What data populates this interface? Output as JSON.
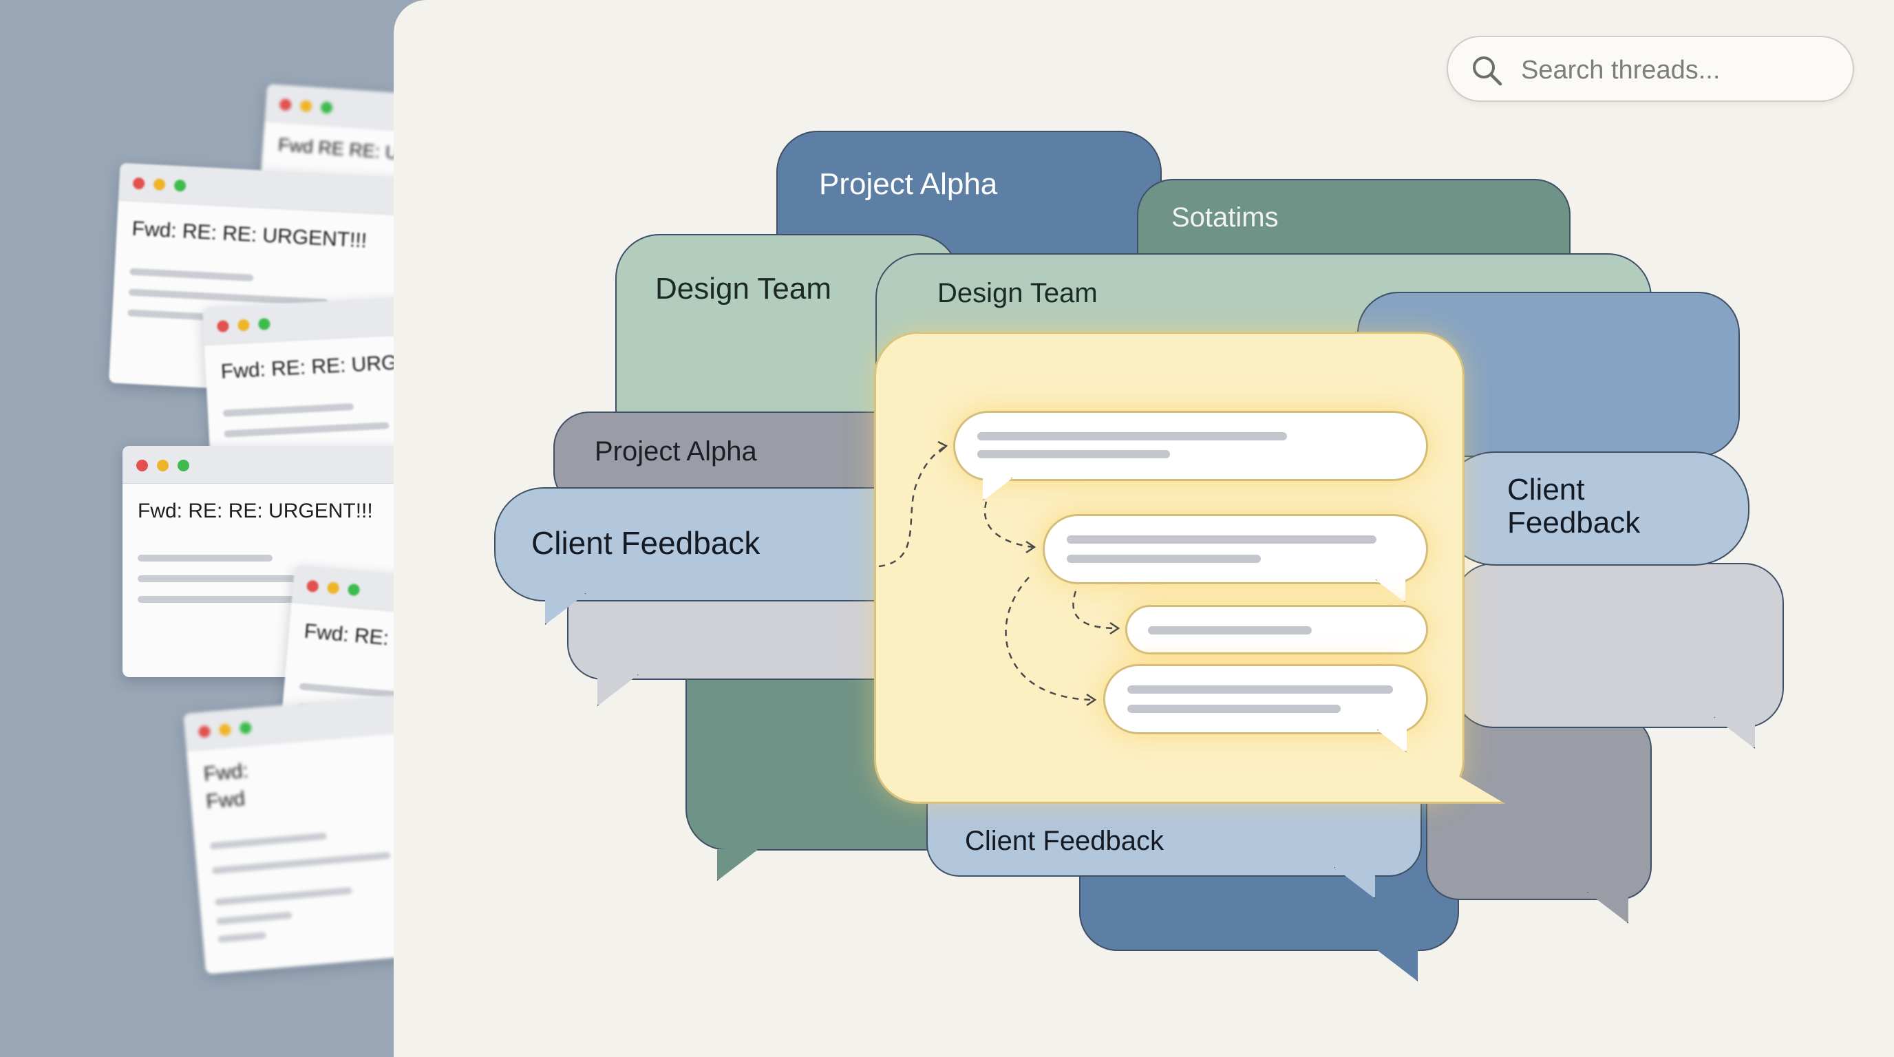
{
  "search": {
    "placeholder": "Search threads..."
  },
  "background_emails": [
    {
      "subject": "Fwd RE RE: U"
    },
    {
      "subject": "Fwd: RE: RE: URGENT!!!"
    },
    {
      "subject": "Fwd: RE: RE: URGI"
    },
    {
      "subject": "Fwd: RE: RE: URGENT!!!"
    },
    {
      "subject": "Fwd: RE: F"
    },
    {
      "subject": "Fwd:"
    },
    {
      "subject": "Fwd"
    }
  ],
  "threads": [
    {
      "label": "Project Alpha"
    },
    {
      "label": "Sotatims"
    },
    {
      "label": "Design Team"
    },
    {
      "label": "Design Team"
    },
    {
      "label": "Project Alpha"
    },
    {
      "label": "Client Feedback"
    },
    {
      "label": "Client\nFeedback"
    },
    {
      "label": "Client Feedback"
    }
  ]
}
